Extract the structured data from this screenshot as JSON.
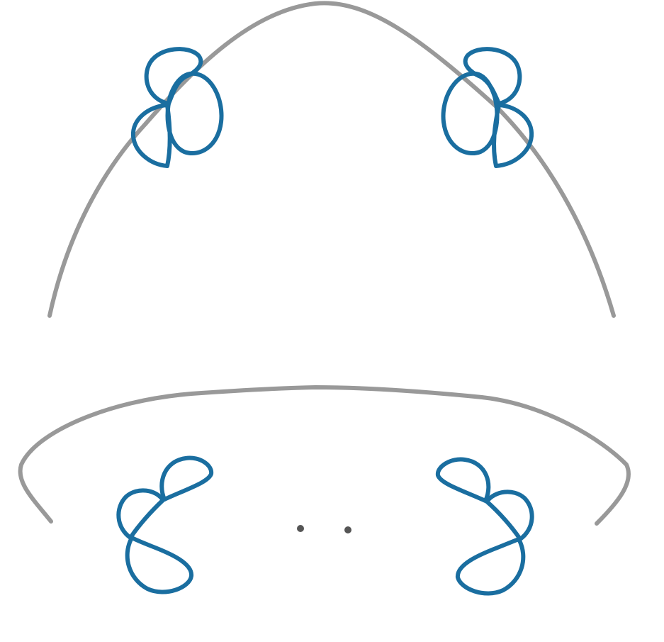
{
  "diagram": {
    "colors": {
      "outline": "#999999",
      "knot": "#1a6ea0",
      "dot": "#555555"
    },
    "groups": [
      {
        "id": "upper",
        "outline": "arch",
        "knots": 2
      },
      {
        "id": "lower",
        "outline": "lid",
        "knots": 2,
        "dots": 2
      }
    ]
  }
}
